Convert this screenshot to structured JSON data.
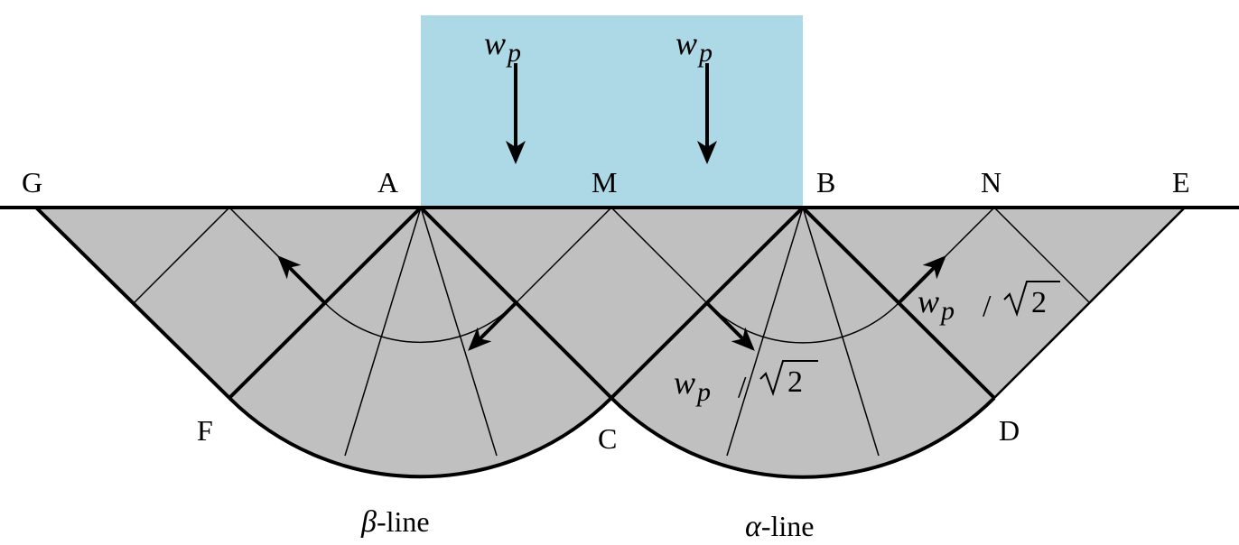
{
  "load": {
    "symbol_main": "w",
    "symbol_sub": "p",
    "color": "#add8e6"
  },
  "points": {
    "G": "G",
    "A": "A",
    "M": "M",
    "B": "B",
    "N": "N",
    "E": "E",
    "F": "F",
    "C": "C",
    "D": "D"
  },
  "stress_labels": {
    "symbol_main": "w",
    "symbol_sub": "p",
    "slash": "/",
    "root_arg": "2"
  },
  "captions": {
    "beta_symbol": "β",
    "beta_suffix": "-line",
    "alpha_symbol": "α",
    "alpha_suffix": "-line"
  },
  "colors": {
    "region_fill": "#c0c0c0",
    "load_fill": "#add8e6",
    "stroke": "#000000"
  }
}
